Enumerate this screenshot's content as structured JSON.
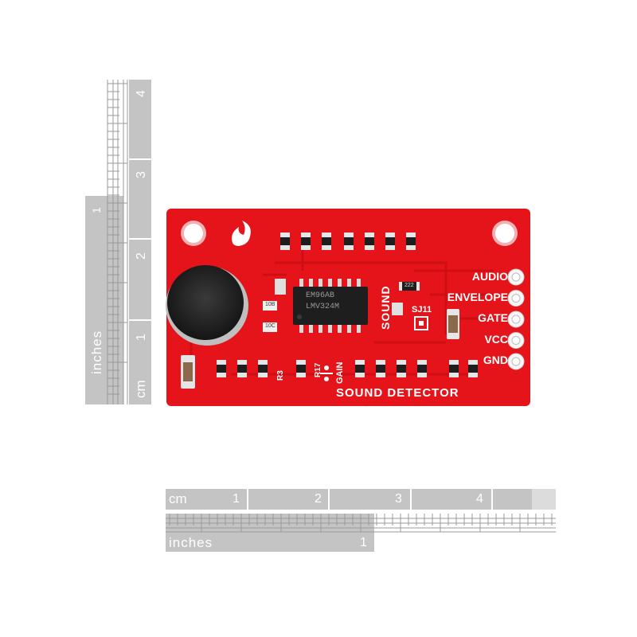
{
  "ruler_vertical": {
    "cm_label": "cm",
    "cm_ticks": [
      "1",
      "2",
      "3",
      "4"
    ],
    "inches_label": "inches",
    "inches_ticks": [
      "1"
    ]
  },
  "ruler_horizontal": {
    "cm_label": "cm",
    "cm_ticks": [
      "1",
      "2",
      "3",
      "4"
    ],
    "inches_label": "inches",
    "inches_ticks": [
      "1"
    ]
  },
  "board": {
    "title": "SOUND DETECTOR",
    "side_label": "SOUND",
    "pins": [
      "AUDIO",
      "ENVELOPE",
      "GATE",
      "VCC",
      "GND"
    ],
    "ic_line1": "EM96AB",
    "ic_line2": "LMV324M",
    "jumper_label": "SJ11",
    "gain_label": "GAIN",
    "r3_label": "R3",
    "r17_label": "R17",
    "resistor_code": "222",
    "cap_code_1": "10B",
    "cap_code_2": "10C",
    "colors": {
      "pcb": "#e5141a",
      "pcb_dark": "#c50d12",
      "silkscreen": "#ffffff",
      "ruler_gray": "#c4c4c4"
    }
  }
}
